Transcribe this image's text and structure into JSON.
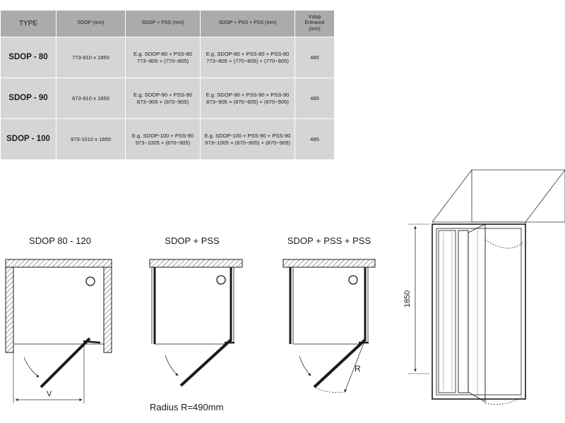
{
  "table": {
    "headers": [
      "TYPE",
      "SDOP (mm)",
      "SDOP + PSS (mm)",
      "SDOP + PSS + PSS (mm)",
      [
        "Vstup",
        "Entrance",
        "(mm)"
      ]
    ],
    "rows": [
      {
        "type": "SDOP - 80",
        "sdop": "773-810 x 1850",
        "pss": [
          "E.g. SDOP-80 + PSS-80",
          "773−805 + (770−805)"
        ],
        "pss_pss": [
          "E.g. SDOP-80 + PSS-80 + PSS-80",
          "773−805 + (770−805) + (770−805)"
        ],
        "entrance": "485"
      },
      {
        "type": "SDOP - 90",
        "sdop": "873-910 x 1850",
        "pss": [
          "E.g. SDOP-90 + PSS-90",
          "873−905 + (870−905)"
        ],
        "pss_pss": [
          "E.g. SDOP-90 + PSS-90 + PSS-90",
          "873−905 + (870−905) + (870−905)"
        ],
        "entrance": "485"
      },
      {
        "type": "SDOP - 100",
        "sdop": "973-1010 x 1850",
        "pss": [
          "E.g. SDOP-100 + PSS-90",
          "973−1005 + (870−905)"
        ],
        "pss_pss": [
          "E.g. SDOP-100 + PSS-90 + PSS-90",
          "973−1005 + (870−905) + (870−905)"
        ],
        "entrance": "485"
      }
    ]
  },
  "diagrams": {
    "left_title": "SDOP 80 - 120",
    "middle_title": "SDOP + PSS",
    "right_title": "SDOP + PSS + PSS",
    "dim_v": "V",
    "dim_r": "R",
    "radius_note": "Radius  R=490mm",
    "height_dim": "1850"
  },
  "colors": {
    "header_bg": "#a9abad",
    "cell_bg": "#d5d5d7",
    "line": "#1a1a1a",
    "hatch": "#444444"
  }
}
